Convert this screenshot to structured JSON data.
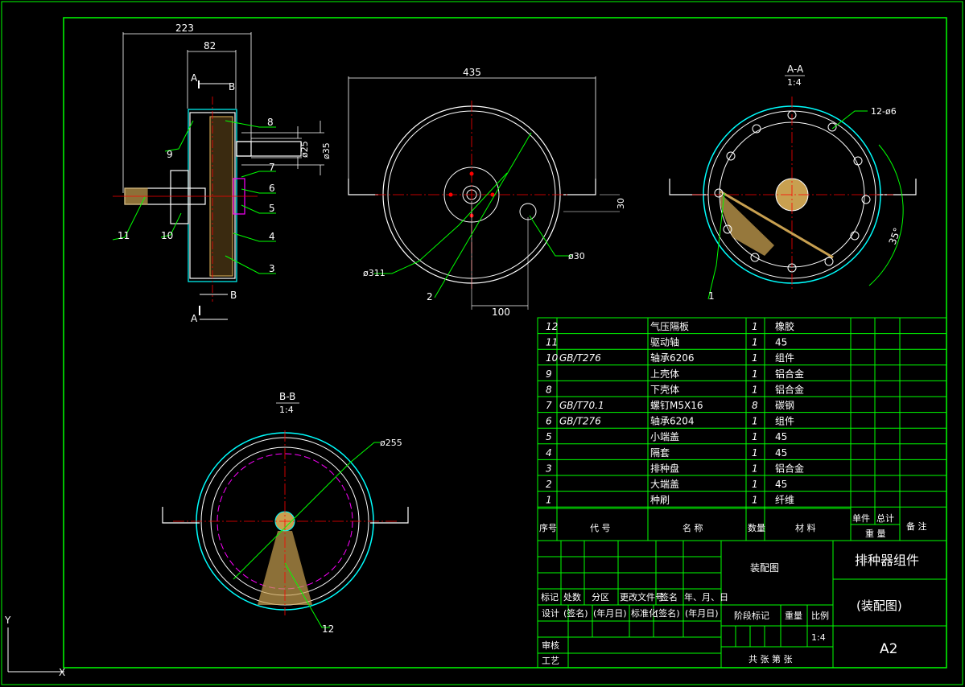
{
  "colors": {
    "frame": "#00ff00",
    "text_white": "#ffffff",
    "text_yellow": "#ffff00",
    "center_line": "#ff0000",
    "cyan": "#00ffff",
    "magenta": "#ff00ff",
    "hatch": "#c8a050",
    "text_green": "#66ff66"
  },
  "side_view": {
    "dim_223": "223",
    "dim_82": "82",
    "dim_phi25": "ø25",
    "dim_phi35": "ø35",
    "section_a_top": "A",
    "section_b_top": "B",
    "section_a_bottom": "A",
    "section_b_bottom": "B",
    "callouts": [
      "8",
      "9",
      "7",
      "6",
      "5",
      "4",
      "3",
      "11",
      "10"
    ]
  },
  "front_view": {
    "dim_435": "435",
    "dim_30": "30",
    "dim_phi311": "ø311",
    "dim_phi30": "ø30",
    "dim_100": "100",
    "callout_2": "2"
  },
  "section_aa": {
    "title": "A-A",
    "scale": "1:4",
    "holes": "12-ø6",
    "angle": "35°",
    "callout_1": "1"
  },
  "section_bb": {
    "title": "B-B",
    "scale": "1:4",
    "dim_phi255": "ø255",
    "callout_12": "12"
  },
  "bom": {
    "rows": [
      {
        "no": "12",
        "code": "",
        "name": "气压隔板",
        "qty": "1",
        "material": "橡胶"
      },
      {
        "no": "11",
        "code": "",
        "name": "驱动轴",
        "qty": "1",
        "material": "45"
      },
      {
        "no": "10",
        "code": "GB/T276",
        "name": "轴承6206",
        "qty": "1",
        "material": "组件"
      },
      {
        "no": "9",
        "code": "",
        "name": "上壳体",
        "qty": "1",
        "material": "铝合金"
      },
      {
        "no": "8",
        "code": "",
        "name": "下壳体",
        "qty": "1",
        "material": "铝合金"
      },
      {
        "no": "7",
        "code": "GB/T70.1",
        "name": "螺钉M5X16",
        "qty": "8",
        "material": "碳钢"
      },
      {
        "no": "6",
        "code": "GB/T276",
        "name": "轴承6204",
        "qty": "1",
        "material": "组件"
      },
      {
        "no": "5",
        "code": "",
        "name": "小端盖",
        "qty": "1",
        "material": "45"
      },
      {
        "no": "4",
        "code": "",
        "name": "隔套",
        "qty": "1",
        "material": "45"
      },
      {
        "no": "3",
        "code": "",
        "name": "排种盘",
        "qty": "1",
        "material": "铝合金"
      },
      {
        "no": "2",
        "code": "",
        "name": "大端盖",
        "qty": "1",
        "material": "45"
      },
      {
        "no": "1",
        "code": "",
        "name": "种刷",
        "qty": "1",
        "material": "纤维"
      }
    ],
    "header": {
      "no": "序号",
      "code": "代 号",
      "name": "名 称",
      "qty": "数量",
      "material": "材 料",
      "unit": "单件",
      "total": "总计",
      "weight": "重 量",
      "remark": "备 注"
    }
  },
  "title_block": {
    "drawing_label": "装配图",
    "title": "排种器组件",
    "subtitle": "(装配图)",
    "sheet_size": "A2",
    "scale_value": "1:4",
    "sheets": "共 张 第 张",
    "rev_headers": [
      "标记",
      "处数",
      "分区",
      "更改文件号",
      "签名",
      "年、月、日"
    ],
    "design": "设计",
    "sign1": "(签名)",
    "date1": "(年月日)",
    "std": "标准化",
    "sign2": "(签名)",
    "date2": "(年月日)",
    "stage": "阶段标记",
    "weight": "重量",
    "ratio": "比例",
    "review": "审核",
    "process": "工艺"
  },
  "ucs": {
    "y": "Y",
    "x": "X"
  }
}
